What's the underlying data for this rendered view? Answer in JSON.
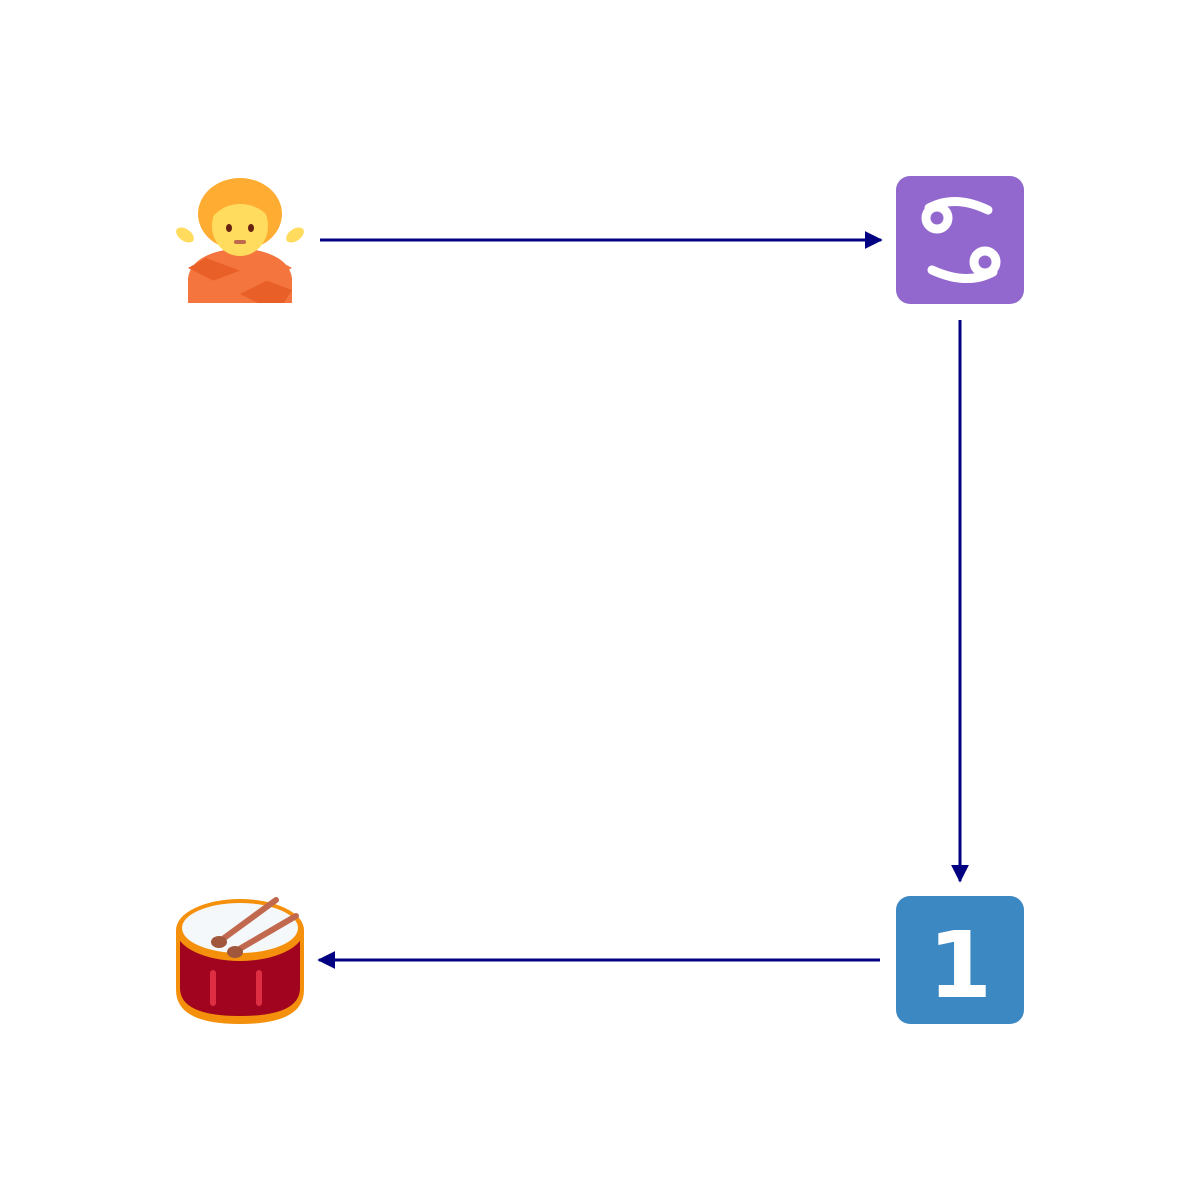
{
  "diagram": {
    "nodes": [
      {
        "id": "n1",
        "name": "person-gesturing-no-icon"
      },
      {
        "id": "n2",
        "name": "cancer-zodiac-icon"
      },
      {
        "id": "n3",
        "name": "keycap-one-icon",
        "label": "1"
      },
      {
        "id": "n4",
        "name": "drum-icon"
      }
    ],
    "edges": [
      {
        "from": "n1",
        "to": "n2"
      },
      {
        "from": "n2",
        "to": "n3"
      },
      {
        "from": "n3",
        "to": "n4"
      }
    ],
    "colors": {
      "arrow": "#000080",
      "cancer_bg": "#9268CE",
      "keycap_bg": "#3B88C3",
      "drum_body": "#A0041E",
      "drum_rim": "#F4900C",
      "drum_head": "#F5F8FA",
      "drumstick": "#C1694F",
      "person_hair": "#FFAC33",
      "person_skin": "#FFDC5D",
      "person_shirt": "#F4763E"
    }
  }
}
